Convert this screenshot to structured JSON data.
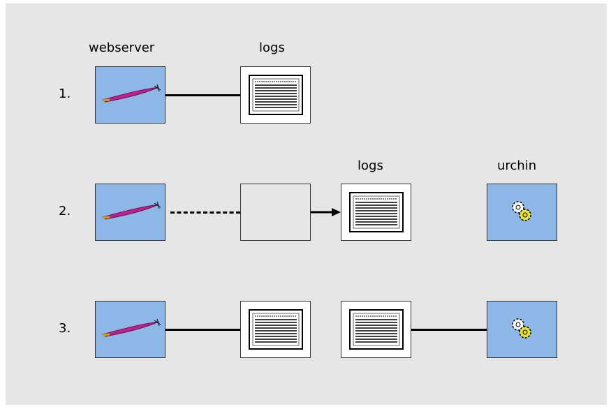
{
  "labels": {
    "webserver": "webserver",
    "logs_1": "logs",
    "logs_2": "logs",
    "urchin": "urchin"
  },
  "steps": [
    "1.",
    "2.",
    "3."
  ],
  "colors": {
    "background": "#e6e6e6",
    "box_blue": "#8cb7e6",
    "feather": "#c0208a",
    "gear": "#e8e030"
  },
  "icons": {
    "webserver": "feather-icon",
    "logs": "log-file-icon",
    "urchin": "gears-icon"
  }
}
